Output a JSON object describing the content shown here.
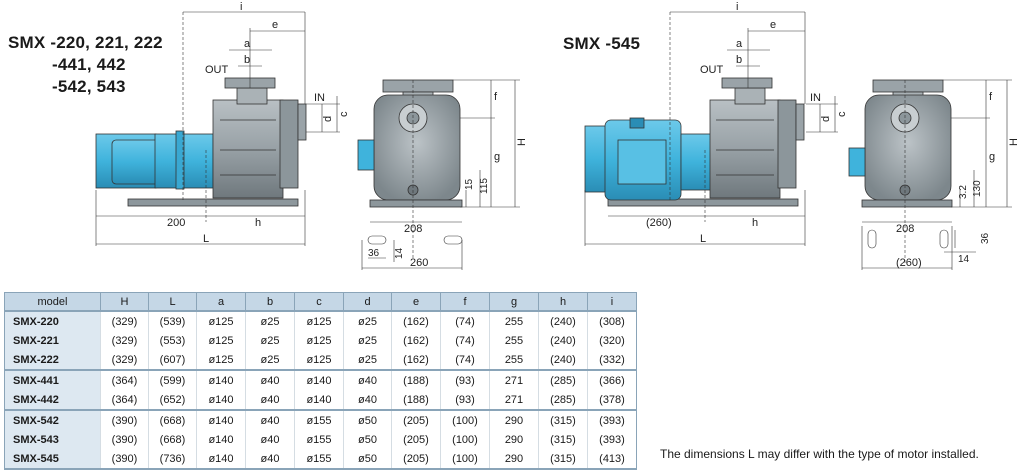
{
  "titles": {
    "left_lines": [
      "SMX  -220, 221, 222",
      "-441, 442",
      "-542, 543"
    ],
    "right": "SMX  -545"
  },
  "left_drawing": {
    "labels": {
      "i": "i",
      "e": "e",
      "a": "a",
      "b": "b",
      "out": "OUT",
      "in": "IN",
      "d": "d",
      "c": "c",
      "f": "f",
      "g": "g",
      "H": "H",
      "d200": "200",
      "h": "h",
      "L": "L",
      "d15": "15",
      "d115": "115",
      "d208": "208",
      "d36": "36",
      "d14": "14",
      "d260": "260"
    }
  },
  "right_drawing": {
    "labels": {
      "i": "i",
      "e": "e",
      "a": "a",
      "b": "b",
      "out": "OUT",
      "in": "IN",
      "d": "d",
      "c": "c",
      "f": "f",
      "g": "g",
      "H": "H",
      "d260p": "(260)",
      "h": "h",
      "L": "L",
      "d32": "3.2",
      "d130": "130",
      "d208": "208",
      "d36": "36",
      "d14": "14",
      "d260b": "(260)"
    }
  },
  "table": {
    "headers": [
      "model",
      "H",
      "L",
      "a",
      "b",
      "c",
      "d",
      "e",
      "f",
      "g",
      "h",
      "i"
    ],
    "rows": [
      [
        "SMX-220",
        "(329)",
        "(539)",
        "ø125",
        "ø25",
        "ø125",
        "ø25",
        "(162)",
        "(74)",
        "255",
        "(240)",
        "(308)"
      ],
      [
        "SMX-221",
        "(329)",
        "(553)",
        "ø125",
        "ø25",
        "ø125",
        "ø25",
        "(162)",
        "(74)",
        "255",
        "(240)",
        "(320)"
      ],
      [
        "SMX-222",
        "(329)",
        "(607)",
        "ø125",
        "ø25",
        "ø125",
        "ø25",
        "(162)",
        "(74)",
        "255",
        "(240)",
        "(332)"
      ],
      [
        "SMX-441",
        "(364)",
        "(599)",
        "ø140",
        "ø40",
        "ø140",
        "ø40",
        "(188)",
        "(93)",
        "271",
        "(285)",
        "(366)"
      ],
      [
        "SMX-442",
        "(364)",
        "(652)",
        "ø140",
        "ø40",
        "ø140",
        "ø40",
        "(188)",
        "(93)",
        "271",
        "(285)",
        "(378)"
      ],
      [
        "SMX-542",
        "(390)",
        "(668)",
        "ø140",
        "ø40",
        "ø155",
        "ø50",
        "(205)",
        "(100)",
        "290",
        "(315)",
        "(393)"
      ],
      [
        "SMX-543",
        "(390)",
        "(668)",
        "ø140",
        "ø40",
        "ø155",
        "ø50",
        "(205)",
        "(100)",
        "290",
        "(315)",
        "(393)"
      ],
      [
        "SMX-545",
        "(390)",
        "(736)",
        "ø140",
        "ø40",
        "ø155",
        "ø50",
        "(205)",
        "(100)",
        "290",
        "(315)",
        "(413)"
      ]
    ]
  },
  "note": "The dimensions L may differ with the type of motor installed.",
  "colors": {
    "motor_blue": "#3fb3dc",
    "motor_blue_dark": "#2a8db5",
    "pump_gray": "#9aa3a8",
    "pump_gray_dark": "#6f787d",
    "table_header": "#c5d7e6",
    "table_model_col": "#dde8f1"
  }
}
